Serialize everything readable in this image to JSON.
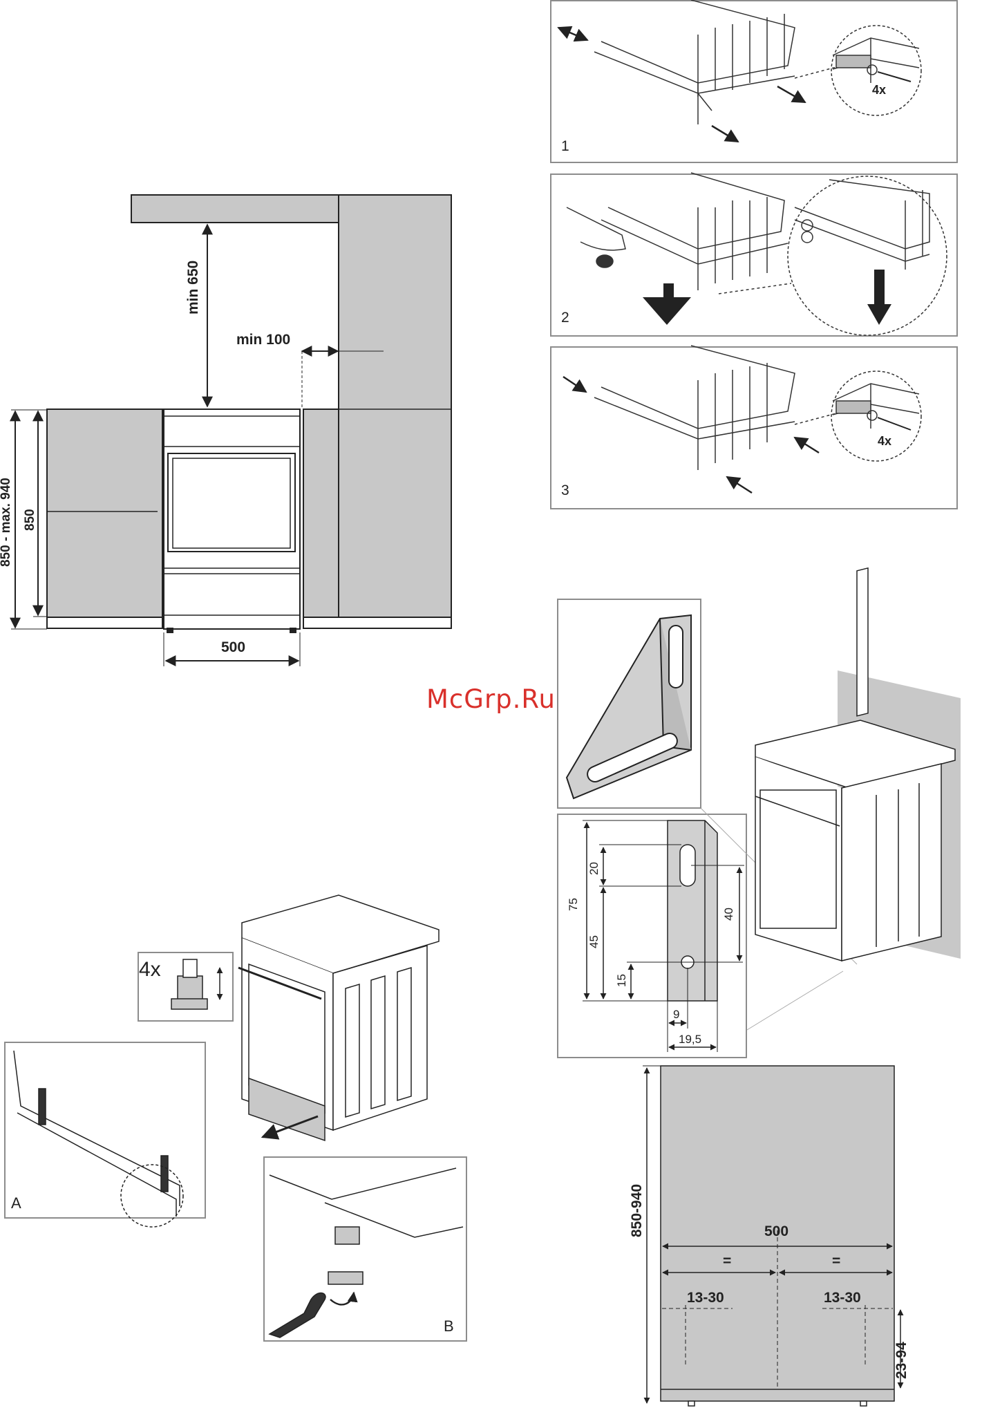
{
  "watermark": "McGrp.Ru",
  "clearance_diagram": {
    "label_min_650": "min 650",
    "label_min_100": "min 100",
    "label_850_940": "850 - max. 940",
    "label_850": "850",
    "label_500": "500"
  },
  "leg_steps": {
    "step_1": "1",
    "step_2": "2",
    "step_3": "3",
    "screws_count_1": "4x",
    "screws_count_3": "4x"
  },
  "feet": {
    "feet_count": "4x",
    "panel_a": "A",
    "panel_b": "B"
  },
  "bracket": {
    "dim_75": "75",
    "dim_20": "20",
    "dim_45": "45",
    "dim_15": "15",
    "dim_40": "40",
    "dim_9": "9",
    "dim_19_5": "19,5"
  },
  "wall_plan": {
    "dim_850_940": "850-940",
    "dim_500": "500",
    "eq_left": "=",
    "eq_right": "=",
    "dim_13_30_left": "13-30",
    "dim_13_30_right": "13-30",
    "dim_23_94": "23-94"
  }
}
